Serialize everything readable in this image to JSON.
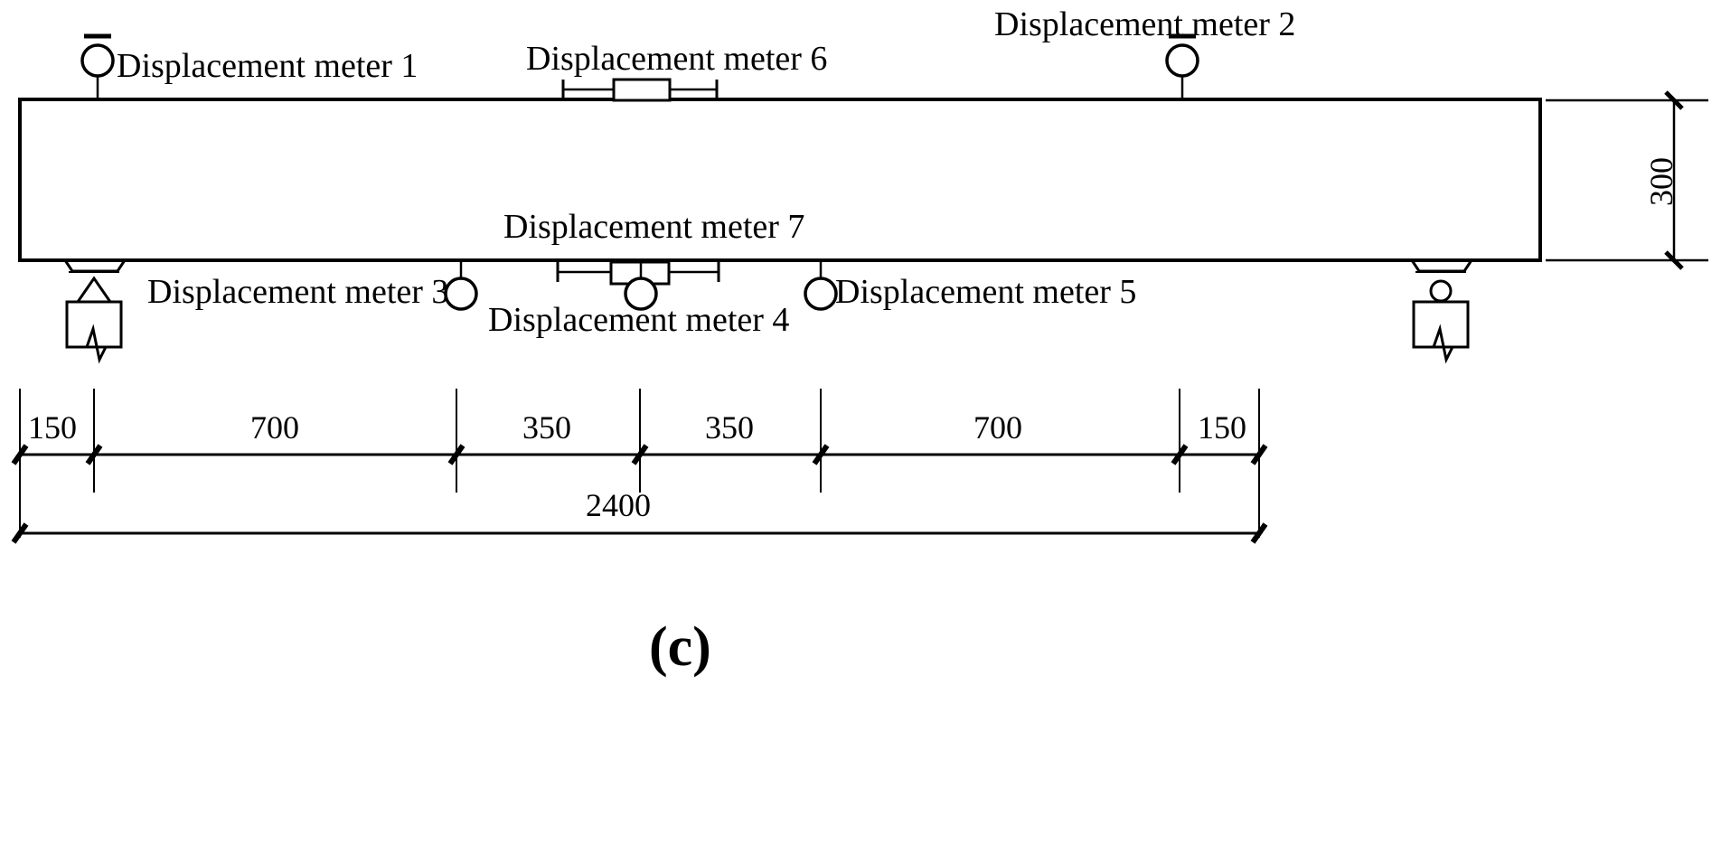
{
  "figure": {
    "caption": "(c)",
    "type": "beam-instrumentation-elevation-drawing"
  },
  "beam": {
    "depth_label": "300",
    "total_length_label": "2400",
    "outline_color": "#000000",
    "fill_color": "#ffffff"
  },
  "meters": [
    {
      "id": "meter-1",
      "label": "Displacement meter 1",
      "symbol": "dial-gauge-circle",
      "position": "top-left"
    },
    {
      "id": "meter-2",
      "label": "Displacement meter 2",
      "symbol": "dial-gauge-circle",
      "position": "top-right"
    },
    {
      "id": "meter-3",
      "label": "Displacement meter 3",
      "symbol": "dial-gauge-circle",
      "position": "bottom-left"
    },
    {
      "id": "meter-4",
      "label": "Displacement meter 4",
      "symbol": "dial-gauge-circle",
      "position": "bottom-center"
    },
    {
      "id": "meter-5",
      "label": "Displacement meter 5",
      "symbol": "dial-gauge-circle",
      "position": "bottom-right"
    },
    {
      "id": "meter-6",
      "label": "Displacement meter 6",
      "symbol": "lvdt-bar",
      "position": "top-center"
    },
    {
      "id": "meter-7",
      "label": "Displacement meter 7",
      "symbol": "lvdt-bar",
      "position": "inside-center"
    }
  ],
  "dimensions": {
    "chain": [
      "150",
      "700",
      "350",
      "350",
      "700",
      "150"
    ],
    "overall": "2400",
    "height": "300"
  },
  "supports": [
    {
      "id": "support-left",
      "type": "pin-support"
    },
    {
      "id": "support-right",
      "type": "roller-support"
    }
  ]
}
